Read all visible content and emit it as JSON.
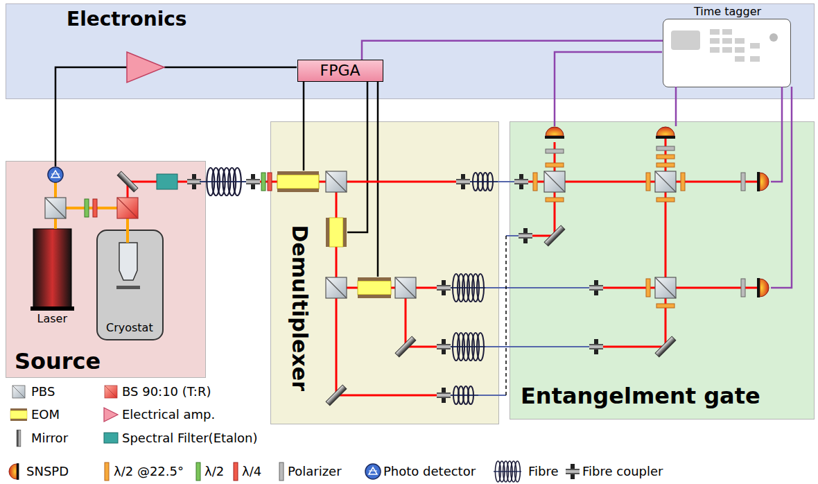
{
  "diagram": {
    "nodes": [
      {
        "text": [
          "Electronics"
        ]
      },
      {
        "text": [
          "Time tagger"
        ],
        "in": 0
      },
      {
        "text": [
          "FPGA"
        ],
        "in": 0
      },
      {
        "text": [
          "Source"
        ]
      },
      {
        "text": [
          "Demultiplexer"
        ]
      },
      {
        "text": [
          "Entangelment gate"
        ]
      }
    ],
    "edges": [
      {
        "from": 2,
        "to": 1,
        "arrow": "none"
      }
    ],
    "labels": [
      "Laser",
      "Cryostat"
    ],
    "legend": [
      {
        "text": "PBS"
      },
      {
        "text": "BS 90:10 (T:R)"
      },
      {
        "text": "EOM"
      },
      {
        "text": "Electrical amp."
      },
      {
        "text": "Mirror"
      },
      {
        "text": "Spectral Filter(Etalon)"
      },
      {
        "text": "SNSPD"
      },
      {
        "text": "λ/2 @22.5°"
      },
      {
        "text": "λ/2"
      },
      {
        "text": "λ/4"
      },
      {
        "text": "Polarizer"
      },
      {
        "text": "Photo detector"
      },
      {
        "text": "Fibre"
      },
      {
        "text": "Fibre coupler"
      }
    ]
  }
}
